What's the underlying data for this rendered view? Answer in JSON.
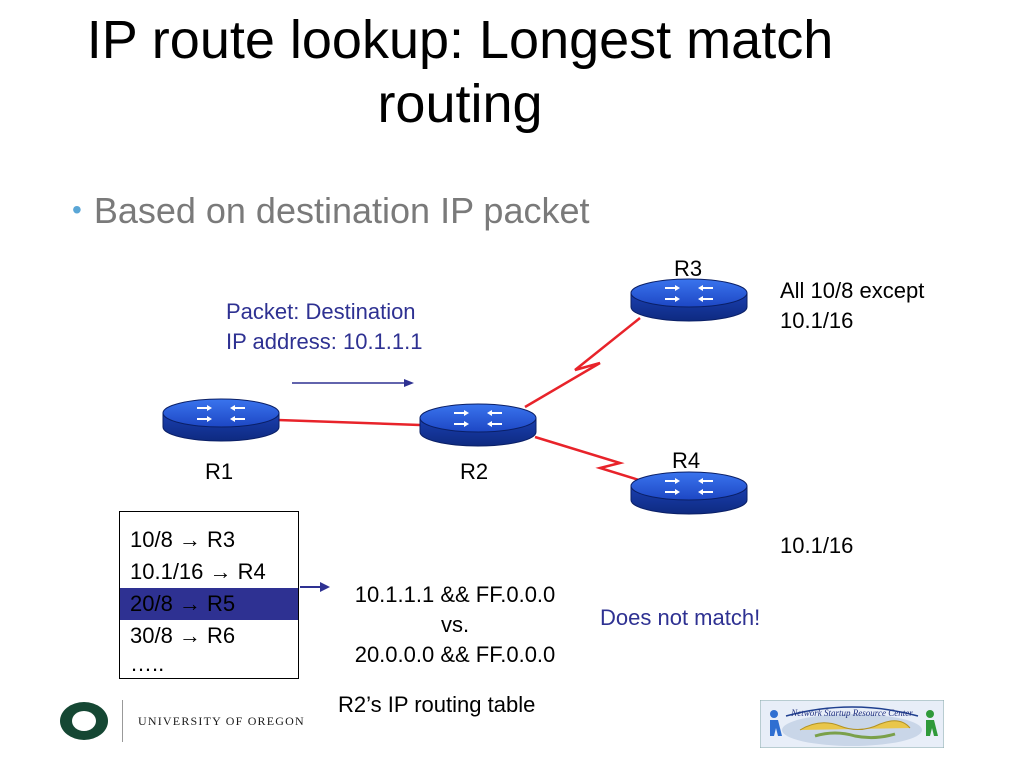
{
  "title": "IP route lookup: Longest match routing",
  "bullet": "Based on destination IP packet",
  "packet_label": [
    "Packet: Destination",
    "IP address: 10.1.1.1"
  ],
  "routers": [
    "R1",
    "R2",
    "R3",
    "R4"
  ],
  "r3_note": [
    "All 10/8 except",
    "10.1/16"
  ],
  "r4_note": "10.1/16",
  "routing_table": {
    "rows": [
      "10/8 → R3",
      "10.1/16 → R4",
      "20/8 → R5",
      "30/8 → R6",
      "….."
    ],
    "highlighted_row": 2,
    "caption": "R2’s IP routing table"
  },
  "comparison": [
    "10.1.1.1 && FF.0.0.0",
    "vs.",
    "20.0.0.0 && FF.0.0.0"
  ],
  "result": "Does not match!",
  "footer": {
    "university": "UNIVERSITY OF OREGON",
    "nsrc_logo_text": "Network Startup Resource Center"
  },
  "colors": {
    "router_blue": "#2457d6",
    "link_red": "#e8232a",
    "accent_blue": "#2e3192",
    "uo_green": "#154733"
  }
}
